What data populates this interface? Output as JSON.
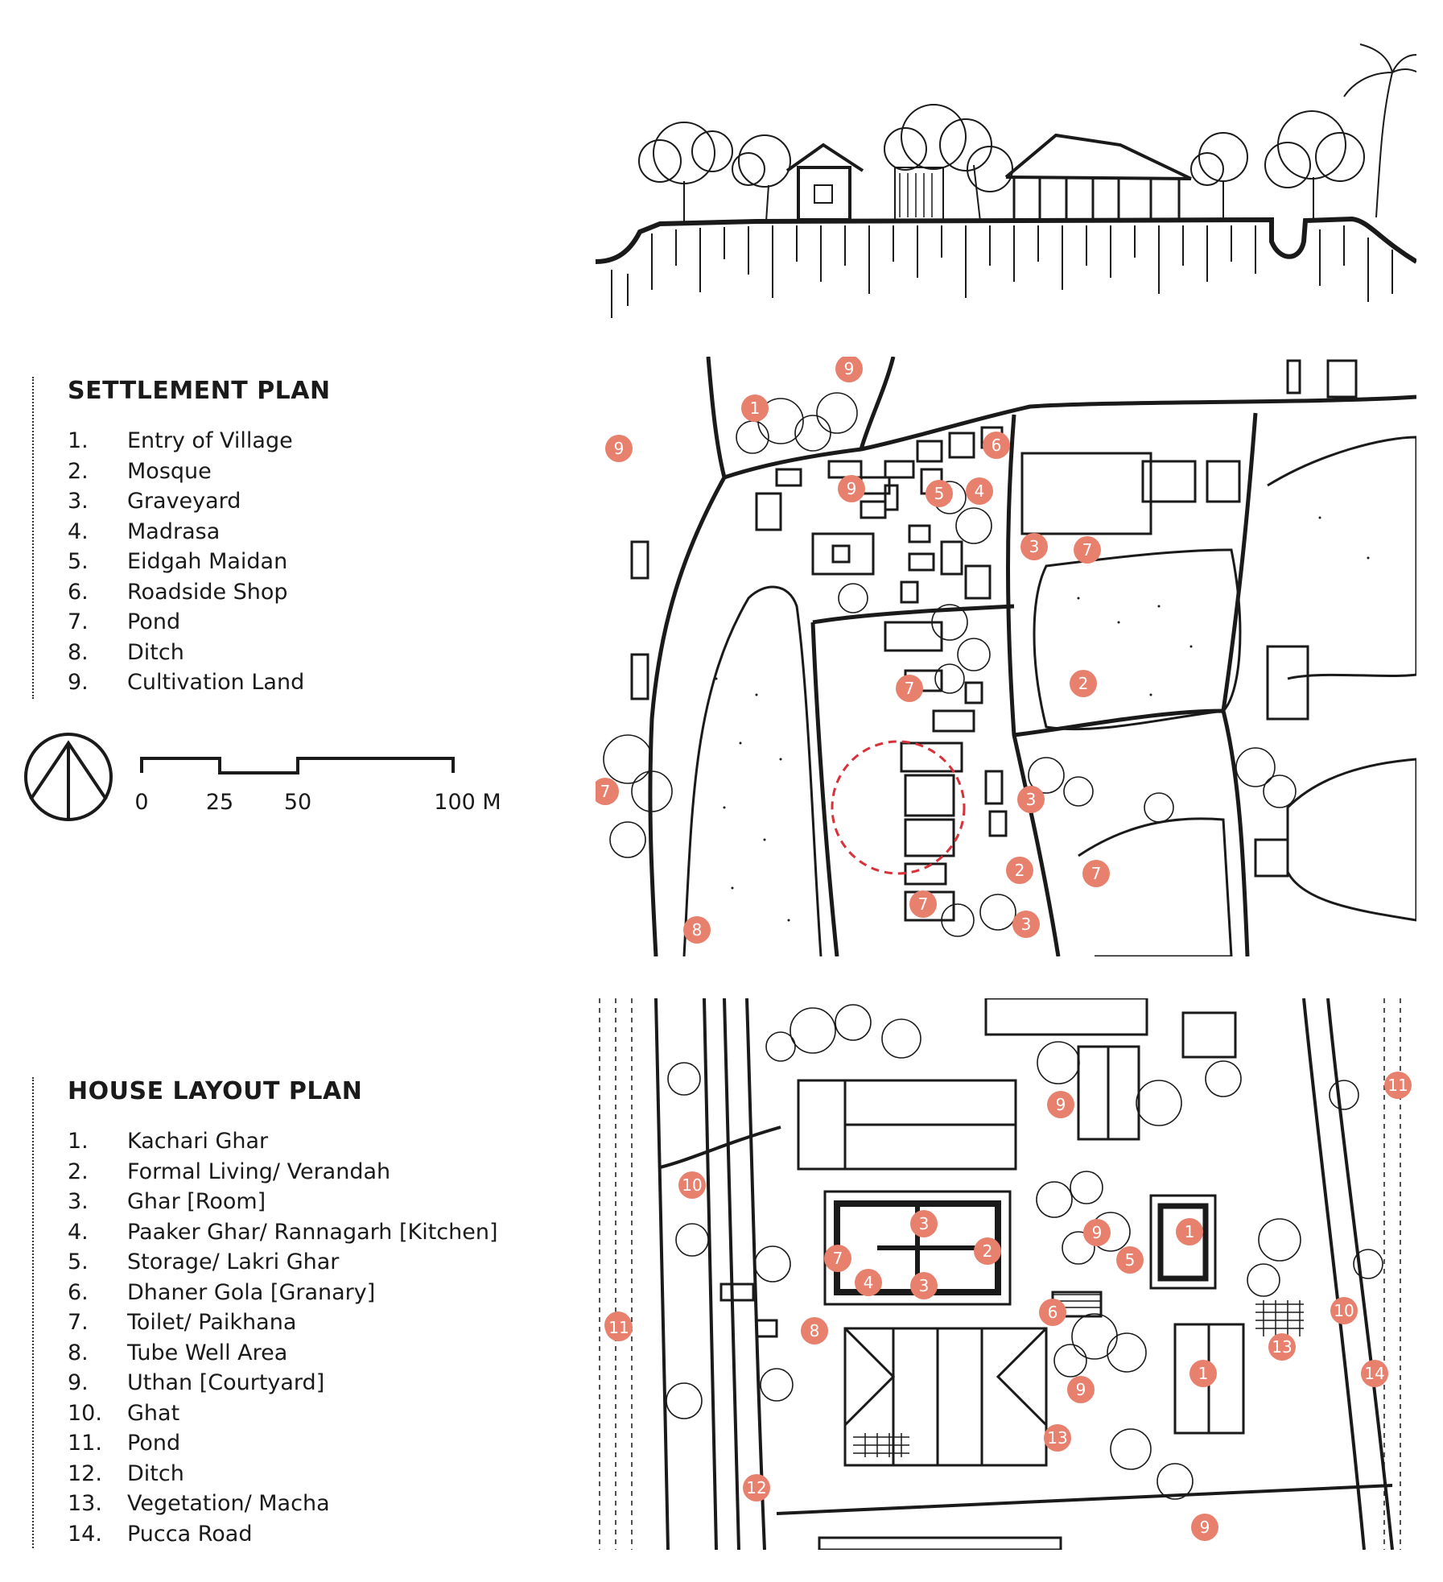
{
  "settlement": {
    "title": "SETTLEMENT PLAN",
    "items": [
      {
        "num": "1.",
        "label": "Entry of Village"
      },
      {
        "num": "2.",
        "label": "Mosque"
      },
      {
        "num": "3.",
        "label": "Graveyard"
      },
      {
        "num": "4.",
        "label": "Madrasa"
      },
      {
        "num": "5.",
        "label": "Eidgah Maidan"
      },
      {
        "num": "6.",
        "label": "Roadside Shop"
      },
      {
        "num": "7.",
        "label": "Pond"
      },
      {
        "num": "8.",
        "label": "Ditch"
      },
      {
        "num": "9.",
        "label": "Cultivation Land"
      }
    ]
  },
  "scale": {
    "ticks": [
      "0",
      "25",
      "50",
      "100 M"
    ]
  },
  "house": {
    "title": "HOUSE LAYOUT PLAN",
    "items": [
      {
        "num": "1.",
        "label": "Kachari Ghar"
      },
      {
        "num": "2.",
        "label": "Formal Living/ Verandah"
      },
      {
        "num": "3.",
        "label": "Ghar [Room]"
      },
      {
        "num": "4.",
        "label": "Paaker Ghar/ Rannagarh [Kitchen]"
      },
      {
        "num": "5.",
        "label": "Storage/ Lakri Ghar"
      },
      {
        "num": "6.",
        "label": "Dhaner Gola [Granary]"
      },
      {
        "num": "7.",
        "label": "Toilet/ Paikhana"
      },
      {
        "num": "8.",
        "label": "Tube Well Area"
      },
      {
        "num": "9.",
        "label": "Uthan [Courtyard]"
      },
      {
        "num": "10.",
        "label": "Ghat"
      },
      {
        "num": "11.",
        "label": "Pond"
      },
      {
        "num": "12.",
        "label": "Ditch"
      },
      {
        "num": "13.",
        "label": "Vegetation/ Macha"
      },
      {
        "num": "14.",
        "label": "Pucca Road"
      }
    ]
  },
  "colors": {
    "marker": "#e8806e",
    "ink": "#1a1a1a",
    "highlight": "#d9303a"
  },
  "settlement_markers": [
    "9",
    "1",
    "9",
    "6",
    "9",
    "5",
    "4",
    "3",
    "7",
    "7",
    "2",
    "7",
    "3",
    "2",
    "7",
    "7",
    "3",
    "8"
  ],
  "house_markers": [
    "11",
    "9",
    "10",
    "3",
    "2",
    "9",
    "1",
    "7",
    "4",
    "5",
    "3",
    "6",
    "10",
    "11",
    "8",
    "13",
    "1",
    "14",
    "9",
    "13",
    "12",
    "9"
  ]
}
